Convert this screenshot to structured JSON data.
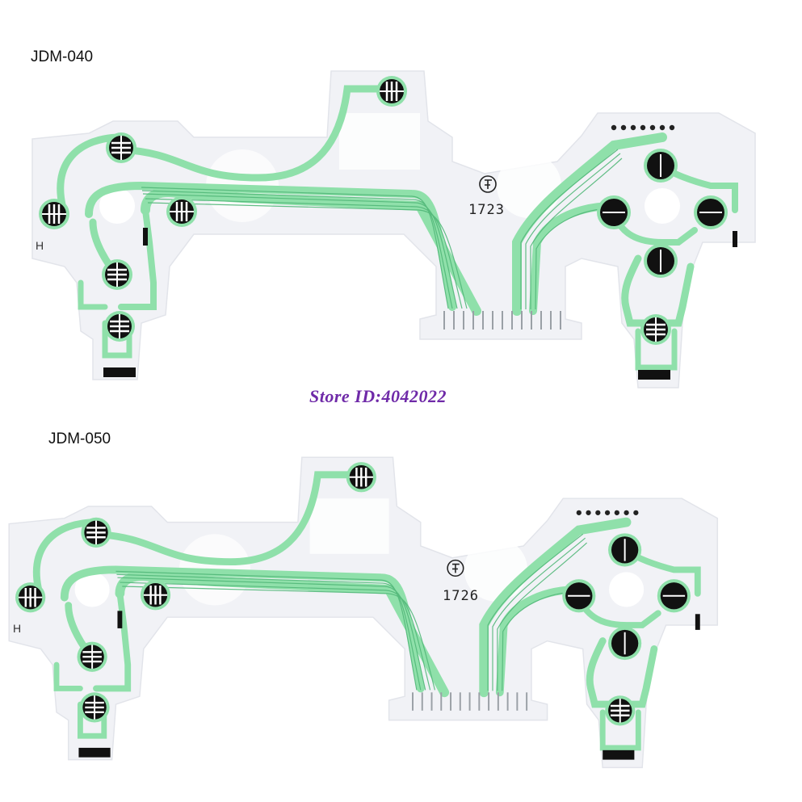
{
  "boards": [
    {
      "model": "JDM-040",
      "code": "1723",
      "side_mark": "H"
    },
    {
      "model": "JDM-050",
      "code": "1726",
      "side_mark": "H"
    }
  ],
  "store_text": "Store ID:4042022",
  "colors": {
    "trace": "#8fe0aa",
    "trace_dark": "#52b879",
    "film": "#f1f2f6",
    "pad": "#111111",
    "watermark": "#6f2aa8"
  }
}
